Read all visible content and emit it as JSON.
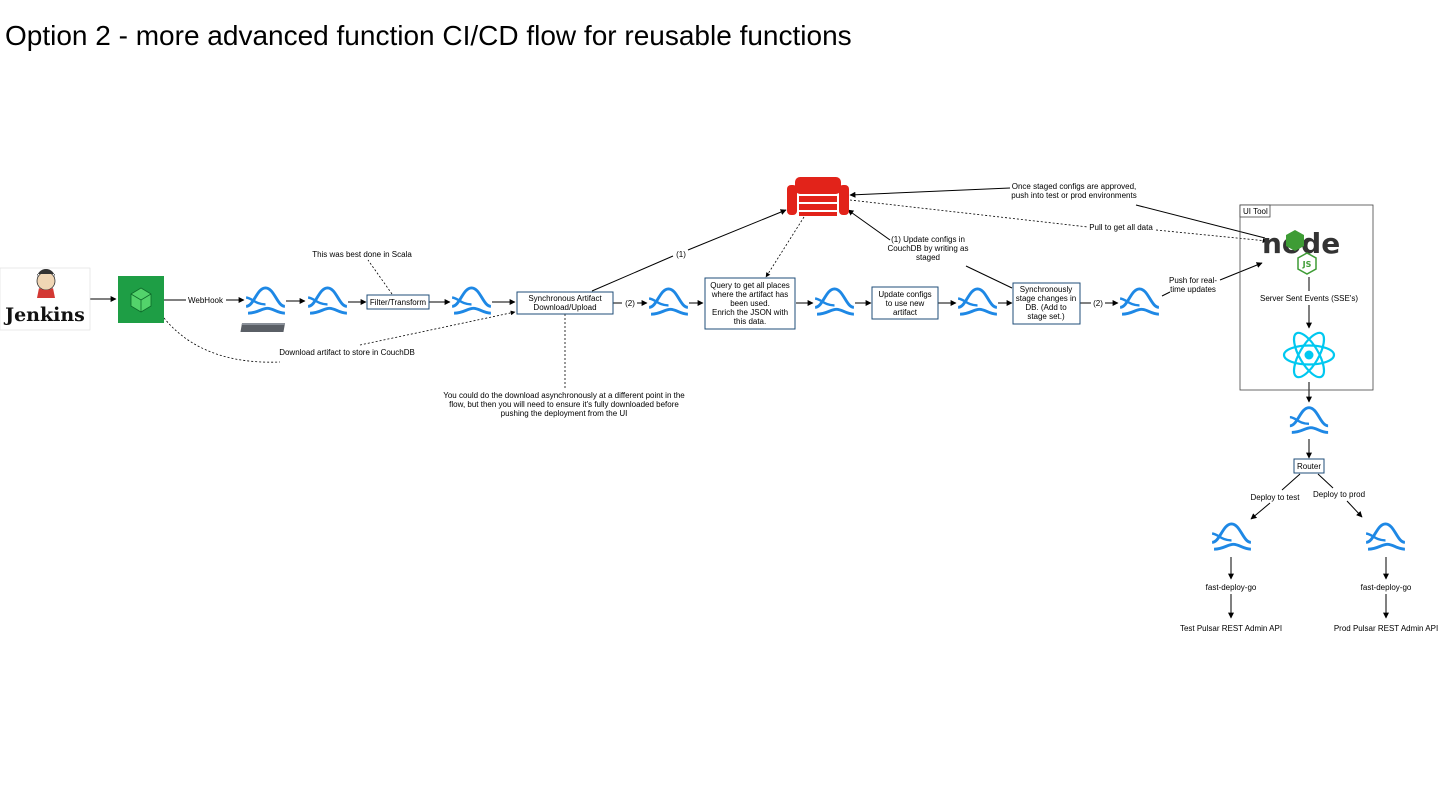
{
  "title": "Option 2 - more advanced function CI/CD flow for reusable functions",
  "logos": {
    "jenkins": "Jenkins",
    "node": "node",
    "node_js": "JS"
  },
  "boxes": {
    "filter": "Filter/Transform",
    "sync_artifact": [
      "Synchronous Artifact",
      "Download/Upload"
    ],
    "query": [
      "Query to get all places",
      "where the artifact has",
      "been used.",
      "Enrich the JSON with",
      "this data."
    ],
    "update_configs": [
      "Update configs",
      "to use new",
      "artifact"
    ],
    "stage": [
      "Synchronously",
      "stage changes in",
      "DB. (Add to",
      "stage set.)"
    ],
    "router": "Router",
    "ui_tool": "UI Tool"
  },
  "labels": {
    "webhook": "WebHook",
    "scala_note": "This was best done in Scala",
    "download_note": "Download artifact to store in CouchDB",
    "async_note": [
      "You could do the download asynchronously at a different point in the",
      "flow, but then you will need to ensure it's fully downloaded before",
      "pushing the deployment from the UI"
    ],
    "step2a": "(2)",
    "step2b": "(2)",
    "step1": "(1)",
    "update_couch": [
      "(1) Update configs in",
      "CouchDB by writing as",
      "staged"
    ],
    "approved": [
      "Once staged configs are approved,",
      "push into test or prod environments"
    ],
    "pull": "Pull to get all data",
    "push_rt": [
      "Push for real-",
      "time updates"
    ],
    "sse": "Server Sent Events (SSE's)",
    "deploy_test": "Deploy to test",
    "deploy_prod": "Deploy to prod",
    "fdg_test": "fast-deploy-go",
    "fdg_prod": "fast-deploy-go",
    "api_test": "Test Pulsar REST Admin API",
    "api_prod": "Prod Pulsar REST Admin API"
  },
  "colors": {
    "pulsar": "#1e88e5",
    "couch": "#e2231a",
    "react": "#00c8f0",
    "node_green": "#3e9c35",
    "cube_green": "#1e9e45",
    "box_border": "#1f4e79"
  }
}
